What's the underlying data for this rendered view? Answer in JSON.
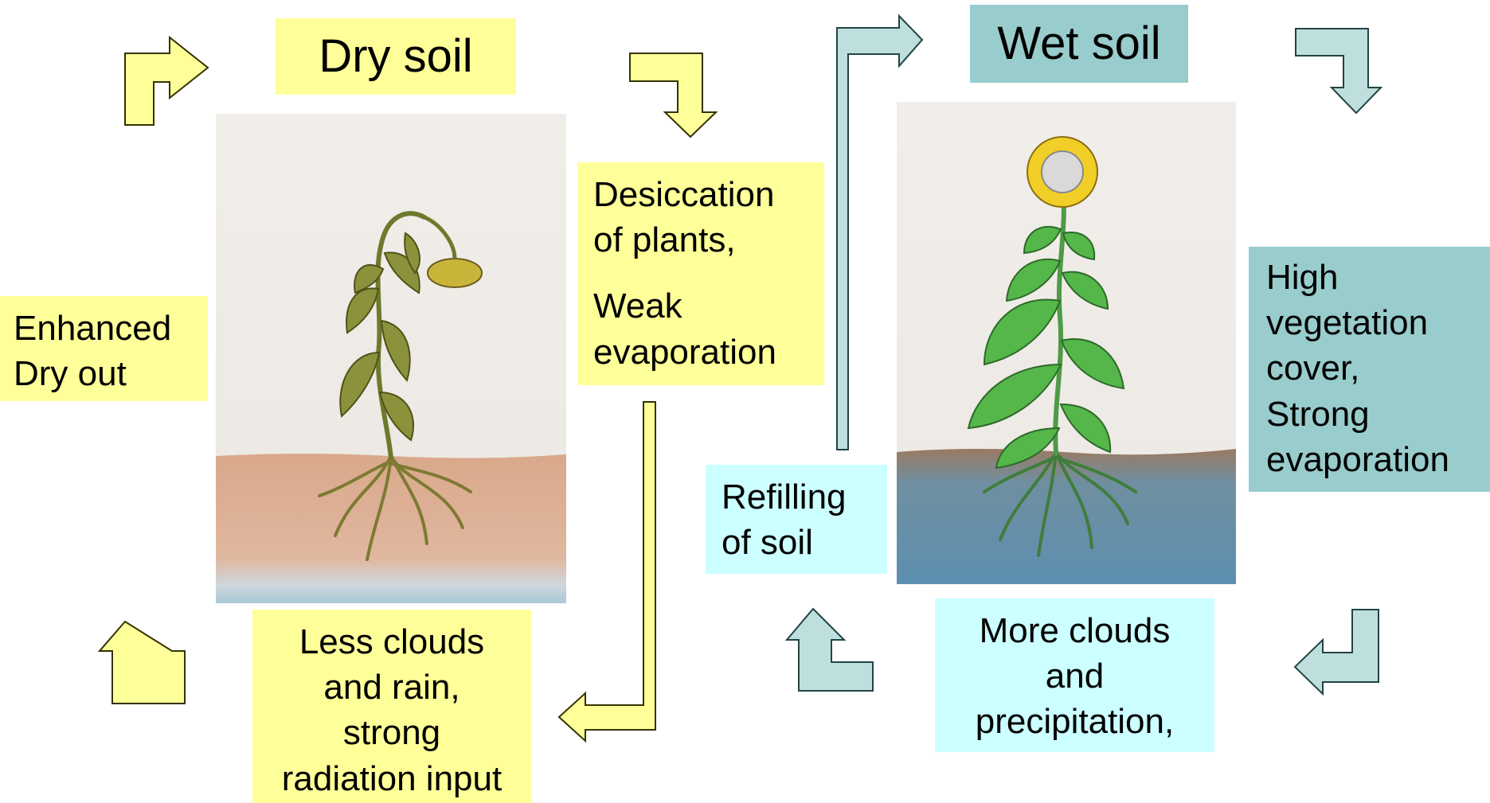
{
  "colors": {
    "dry_fill": "#ffff99",
    "dry_stroke": "#333300",
    "wet_fill": "#bfdede",
    "wet_stroke": "#224444",
    "wet_title_bg": "#99cccc",
    "wet_text_bg": "#ccffff"
  },
  "dry_cycle": {
    "title": "Dry soil",
    "enhanced_dry_out": [
      "Enhanced",
      "Dry out"
    ],
    "desiccation": [
      "Desiccation",
      "of plants,"
    ],
    "weak_evaporation": [
      "Weak",
      "evaporation"
    ],
    "less_clouds": [
      "Less clouds",
      "and rain,",
      "strong",
      "radiation input"
    ],
    "painting": {
      "subject": "wilted sunflower in dry soil"
    }
  },
  "wet_cycle": {
    "title": "Wet soil",
    "high_vegetation": [
      "High",
      "vegetation",
      "cover,",
      "Strong",
      "evaporation"
    ],
    "refilling": [
      "Refilling",
      "of soil"
    ],
    "more_clouds": [
      "More clouds",
      "and",
      "precipitation,"
    ],
    "painting": {
      "subject": "healthy sunflower in wet soil"
    }
  }
}
